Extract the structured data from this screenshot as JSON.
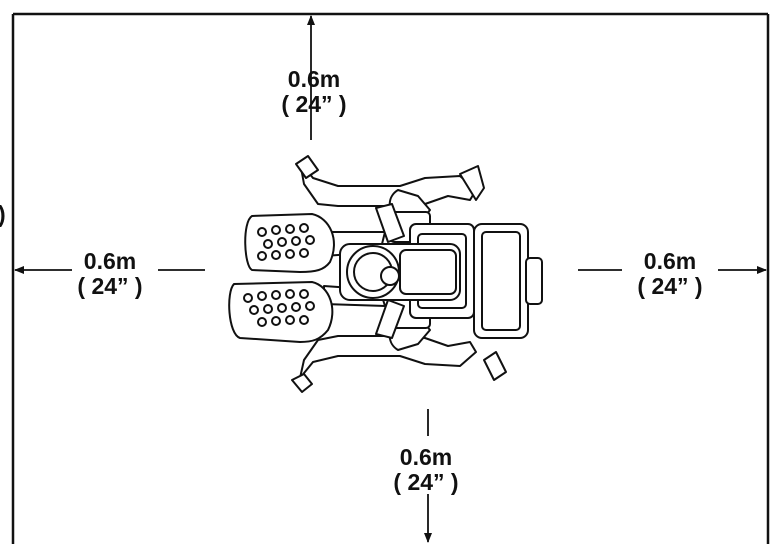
{
  "clearances": {
    "top": {
      "metric": "0.6m",
      "imperial": "( 24” )"
    },
    "left": {
      "metric": "0.6m",
      "imperial": "( 24” )"
    },
    "right": {
      "metric": "0.6m",
      "imperial": "( 24” )"
    },
    "bottom": {
      "metric": "0.6m",
      "imperial": "( 24” )"
    }
  },
  "edge_glyph": ")",
  "colors": {
    "line": "#111111",
    "background": "#ffffff"
  },
  "machine": {
    "icon": "elliptical-trainer-top-view-icon"
  }
}
